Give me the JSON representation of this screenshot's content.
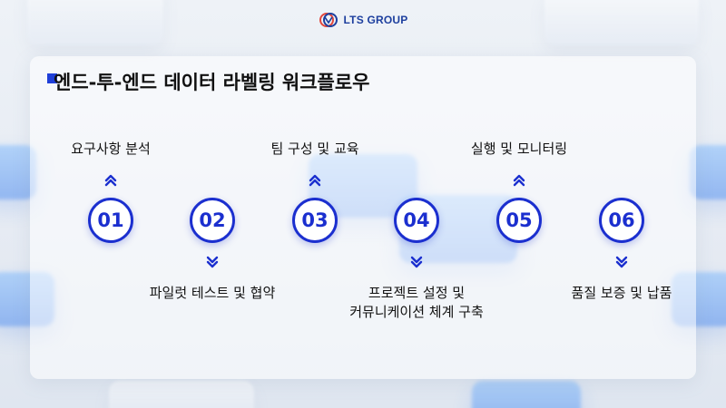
{
  "brand": {
    "name": "LTS GROUP",
    "color": "#1d3f9e"
  },
  "title": "엔드-투-엔드 데이터 라벨링 워크플로우",
  "accent_color": "#1b2fcf",
  "steps": [
    {
      "number": "01",
      "label": "요구사항 분석",
      "label_position": "above",
      "chevron": "chevron-up-double"
    },
    {
      "number": "02",
      "label": "파일럿 테스트 및 협약",
      "label_position": "below",
      "chevron": "chevron-down-double"
    },
    {
      "number": "03",
      "label": "팀 구성 및 교육",
      "label_position": "above",
      "chevron": "chevron-up-double"
    },
    {
      "number": "04",
      "label": "프로젝트 설정 및",
      "label_line2": "커뮤니케이션 체계 구축",
      "label_position": "below",
      "chevron": "chevron-down-double"
    },
    {
      "number": "05",
      "label": "실행 및 모니터링",
      "label_position": "above",
      "chevron": "chevron-up-double"
    },
    {
      "number": "06",
      "label": "품질 보증 및 납품",
      "label_position": "below",
      "chevron": "chevron-down-double"
    }
  ]
}
